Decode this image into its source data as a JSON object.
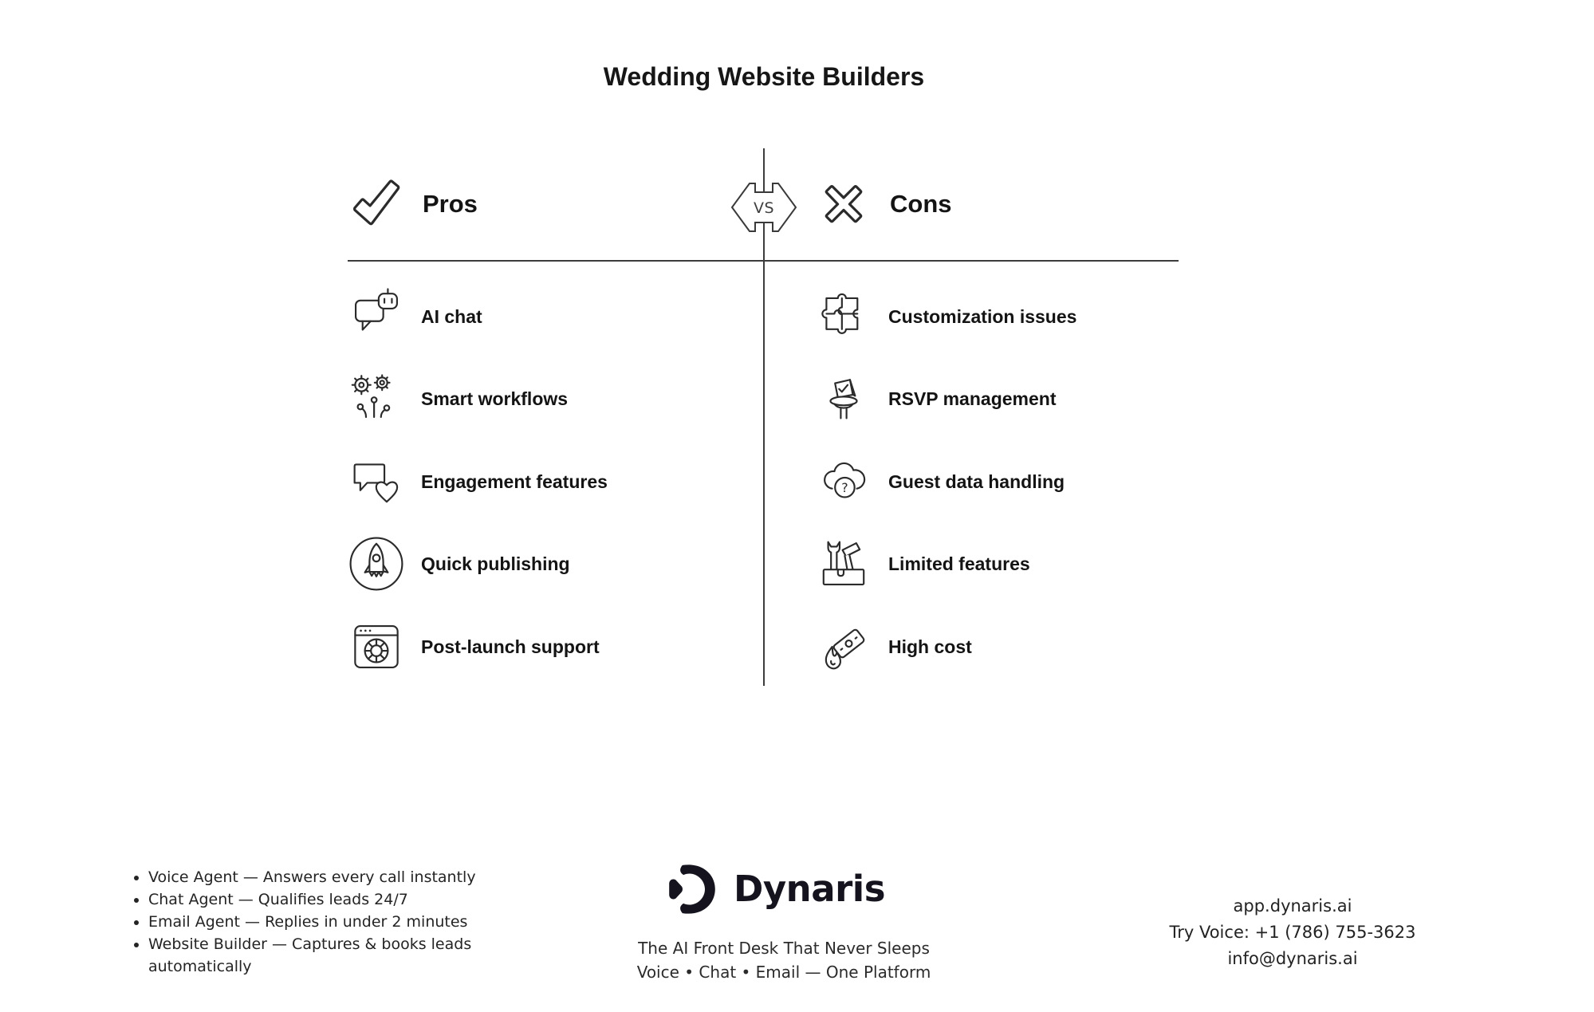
{
  "title": "Wedding Website Builders",
  "comparison": {
    "vs_label": "VS",
    "pros": {
      "label": "Pros",
      "icon": "check-icon",
      "items": [
        {
          "label": "AI chat",
          "icon": "chat-robot-icon"
        },
        {
          "label": "Smart workflows",
          "icon": "gears-circuit-icon"
        },
        {
          "label": "Engagement features",
          "icon": "bubble-heart-icon"
        },
        {
          "label": "Quick publishing",
          "icon": "rocket-circle-icon"
        },
        {
          "label": "Post-launch support",
          "icon": "browser-lifering-icon"
        }
      ]
    },
    "cons": {
      "label": "Cons",
      "icon": "x-icon",
      "items": [
        {
          "label": "Customization issues",
          "icon": "puzzle-icon"
        },
        {
          "label": "RSVP management",
          "icon": "rsvp-card-icon"
        },
        {
          "label": "Guest data handling",
          "icon": "cloud-question-icon"
        },
        {
          "label": "Limited features",
          "icon": "toolbox-icon"
        },
        {
          "label": "High cost",
          "icon": "money-flame-icon"
        }
      ]
    }
  },
  "glyphs": {
    "question_mark": "?"
  },
  "footer": {
    "features": [
      "Voice Agent — Answers every call instantly",
      "Chat Agent — Qualifies leads 24/7",
      "Email Agent — Replies in under 2 minutes",
      "Website Builder — Captures & books leads automatically"
    ],
    "brand": {
      "name": "Dynaris",
      "tagline1": "The AI Front Desk That Never Sleeps",
      "tagline2": "Voice • Chat • Email — One Platform"
    },
    "contact": {
      "website": "app.dynaris.ai",
      "phone": "Try Voice: +1 (786) 755-3623",
      "email": "info@dynaris.ai"
    }
  },
  "colors": {
    "text": "#161616",
    "line": "#3c3c3c",
    "icon_stroke": "#2b2b2b",
    "logo": "#15131d"
  }
}
